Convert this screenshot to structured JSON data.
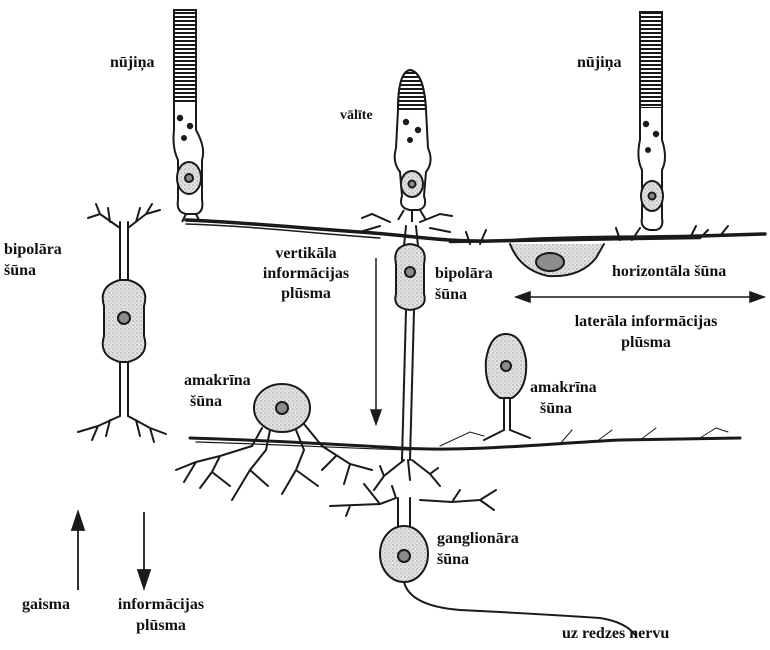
{
  "labels": {
    "nujina_left": "nūjiņa",
    "nujina_right": "nūjiņa",
    "valite": "vālīte",
    "bipolara_left_1": "bipolāra",
    "bipolara_left_2": "šūna",
    "vertical_flow_1": "vertikāla",
    "vertical_flow_2": "informācijas",
    "vertical_flow_3": "plūsma",
    "bipolara_mid_1": "bipolāra",
    "bipolara_mid_2": "šūna",
    "horizontal_cell": "horizontāla šūna",
    "lateral_flow_1": "laterāla informācijas",
    "lateral_flow_2": "plūsma",
    "amakrina_left_1": "amakrīna",
    "amakrina_left_2": "šūna",
    "amakrina_right_1": "amakrīna",
    "amakrina_right_2": "šūna",
    "ganglion_1": "ganglionāra",
    "ganglion_2": "šūna",
    "gaisma": "gaisma",
    "info_flow_1": "informācijas",
    "info_flow_2": "plūsma",
    "optic_nerve": "uz redzes nervu"
  },
  "colors": {
    "ink": "#1a1a1a",
    "cell_fill": "#d9d9d9",
    "nucleus_fill": "#8c8c8c",
    "background": "#ffffff"
  }
}
